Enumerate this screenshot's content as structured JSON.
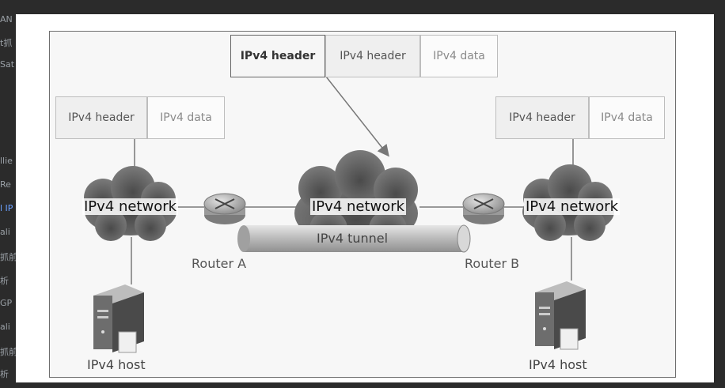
{
  "diagram": {
    "packets": {
      "left": {
        "header": "IPv4 header",
        "data": "IPv4 data"
      },
      "top": {
        "outer_header": "IPv4 header",
        "inner_header": "IPv4 header",
        "data": "IPv4 data"
      },
      "right": {
        "header": "IPv4 header",
        "data": "IPv4 data"
      }
    },
    "networks": {
      "left": "IPv4 network",
      "center": "IPv4 network",
      "right": "IPv4 network"
    },
    "tunnel_label": "IPv4 tunnel",
    "routers": {
      "a": "Router A",
      "b": "Router B"
    },
    "hosts": {
      "left": "IPv4 host",
      "right": "IPv4 host"
    }
  },
  "background": {
    "lines": [
      "AN",
      "t抓",
      "Sat",
      "llie",
      "Re",
      "l IP",
      "ali",
      "抓前",
      "析",
      "GP",
      "ali",
      "抓前",
      "析"
    ]
  }
}
